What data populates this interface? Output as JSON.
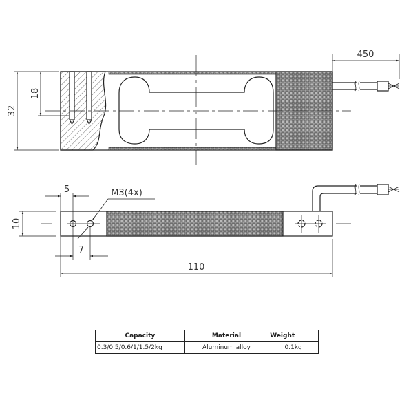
{
  "dimensions": {
    "cable_length": "450",
    "height": "32",
    "hole_depth": "18",
    "hole_spacing_top": "5",
    "thread": "M3(4x)",
    "thickness": "10",
    "hole_spacing_bottom": "7",
    "length": "110"
  },
  "spec_table": {
    "headers": [
      "Capacity",
      "Material",
      "Weight"
    ],
    "rows": [
      [
        "0.3/0.5/0.6/1/1.5/2kg",
        "Aluminum alloy",
        "0.1kg"
      ]
    ]
  },
  "colors": {
    "line": "#222222",
    "texture": "#555555"
  }
}
